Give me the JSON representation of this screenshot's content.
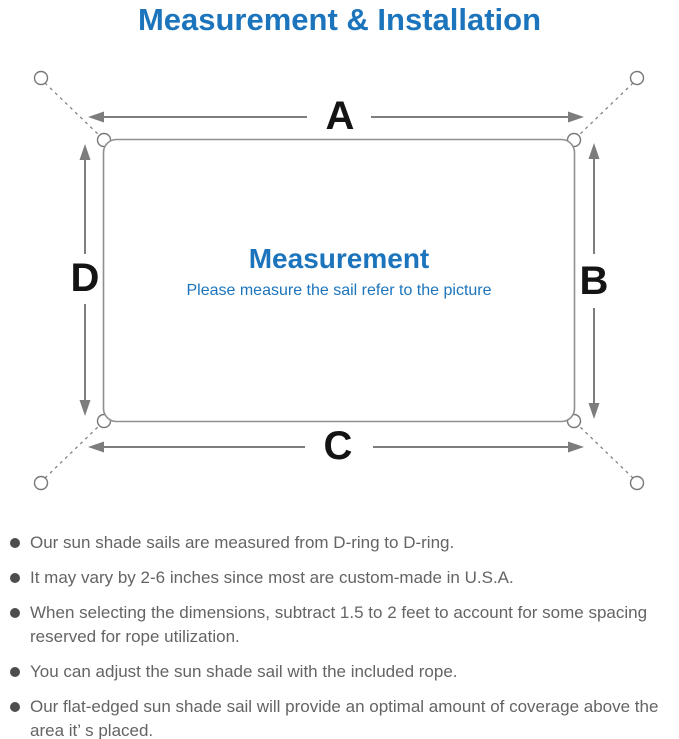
{
  "title": "Measurement & Installation",
  "colors": {
    "accent_blue": "#1b74bc",
    "line_gray": "#7d7d7d",
    "outline_gray": "#8f8f8f",
    "note_text_gray": "#646464",
    "label_black": "#141414"
  },
  "diagram": {
    "labels": {
      "top": "A",
      "right": "B",
      "bottom": "C",
      "left": "D"
    },
    "center_title": "Measurement",
    "center_subtitle": "Please measure the sail refer to the picture"
  },
  "notes": [
    "Our sun shade sails are measured from D-ring to D-ring.",
    "It may vary by 2-6 inches since most are custom-made in U.S.A.",
    "When selecting the dimensions, subtract 1.5 to 2 feet to account for some spacing reserved for rope utilization.",
    "You can adjust the sun shade sail with the included rope.",
    "Our flat-edged sun shade sail will provide an optimal amount of coverage above the area it’ s placed."
  ]
}
